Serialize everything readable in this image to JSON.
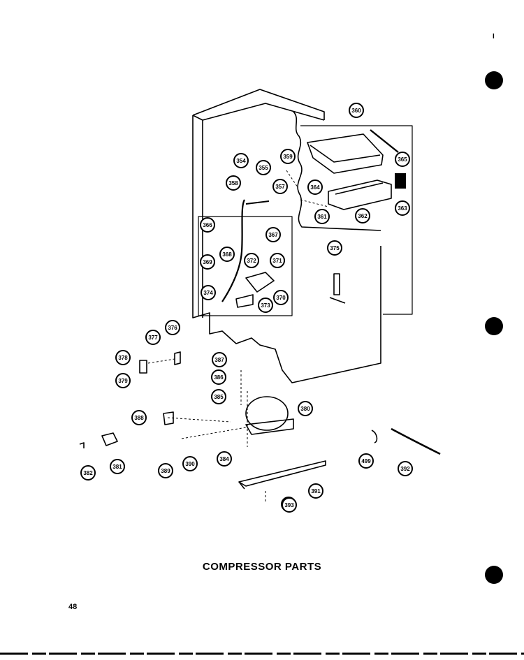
{
  "diagram": {
    "title": "COMPRESSOR PARTS",
    "page_number": "48",
    "corner_mark": "I",
    "callouts": [
      {
        "id": "c360",
        "label": "360"
      },
      {
        "id": "c365a",
        "label": "365"
      },
      {
        "id": "c364",
        "label": "364"
      },
      {
        "id": "c361a",
        "label": "361"
      },
      {
        "id": "c362",
        "label": "362"
      },
      {
        "id": "c363",
        "label": "363"
      },
      {
        "id": "c359",
        "label": "359"
      },
      {
        "id": "c354",
        "label": "354"
      },
      {
        "id": "c355",
        "label": "355"
      },
      {
        "id": "c358a",
        "label": "358"
      },
      {
        "id": "c357",
        "label": "357"
      },
      {
        "id": "c366",
        "label": "366"
      },
      {
        "id": "c367",
        "label": "367"
      },
      {
        "id": "c368",
        "label": "368"
      },
      {
        "id": "c369",
        "label": "369"
      },
      {
        "id": "c372",
        "label": "372"
      },
      {
        "id": "c371",
        "label": "371"
      },
      {
        "id": "c370",
        "label": "370"
      },
      {
        "id": "c374",
        "label": "374"
      },
      {
        "id": "c373",
        "label": "373"
      },
      {
        "id": "c375",
        "label": "375"
      },
      {
        "id": "c376a",
        "label": "376"
      },
      {
        "id": "c377",
        "label": "377"
      },
      {
        "id": "c378",
        "label": "378"
      },
      {
        "id": "c379",
        "label": "379"
      },
      {
        "id": "c387",
        "label": "387"
      },
      {
        "id": "c386",
        "label": "386"
      },
      {
        "id": "c385",
        "label": "385"
      },
      {
        "id": "c380",
        "label": "380"
      },
      {
        "id": "c388",
        "label": "388"
      },
      {
        "id": "c381",
        "label": "381"
      },
      {
        "id": "c382",
        "label": "382"
      },
      {
        "id": "c389",
        "label": "389"
      },
      {
        "id": "c390",
        "label": "390"
      },
      {
        "id": "c384",
        "label": "384"
      },
      {
        "id": "c383",
        "label": "383"
      },
      {
        "id": "c391",
        "label": "391"
      },
      {
        "id": "c392",
        "label": "392"
      },
      {
        "id": "c499",
        "label": "499"
      },
      {
        "id": "c393",
        "label": "393"
      }
    ]
  }
}
